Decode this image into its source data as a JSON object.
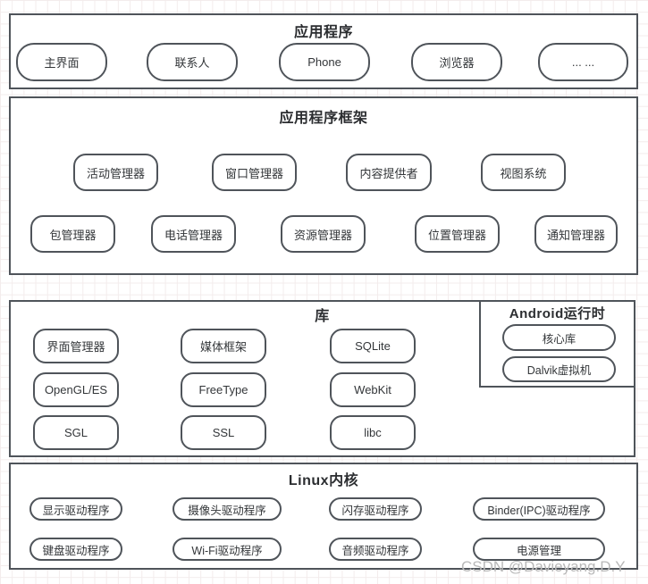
{
  "watermark": "CSDN @Davieyang.D.Y",
  "colors": {
    "border": "#4f545a",
    "label_text": "#333639",
    "title_text": "#2b2d30",
    "grid": "#f3ecec",
    "watermark": "#b9b9b9"
  },
  "sections": {
    "apps": {
      "title": "应用程序",
      "items": [
        "主界面",
        "联系人",
        "Phone",
        "浏览器",
        "... ..."
      ]
    },
    "framework": {
      "title": "应用程序框架",
      "row1": [
        "活动管理器",
        "窗口管理器",
        "内容提供者",
        "视图系统"
      ],
      "row2": [
        "包管理器",
        "电话管理器",
        "资源管理器",
        "位置管理器",
        "通知管理器"
      ]
    },
    "libraries": {
      "title": "库",
      "rows": [
        [
          "界面管理器",
          "媒体框架",
          "SQLite"
        ],
        [
          "OpenGL/ES",
          "FreeType",
          "WebKit"
        ],
        [
          "SGL",
          "SSL",
          "libc"
        ]
      ]
    },
    "runtime": {
      "title": "Android运行时",
      "items": [
        "核心库",
        "Dalvik虚拟机"
      ]
    },
    "kernel": {
      "title": "Linux内核",
      "row1": [
        "显示驱动程序",
        "摄像头驱动程序",
        "闪存驱动程序",
        "Binder(IPC)驱动程序"
      ],
      "row2": [
        "键盘驱动程序",
        "Wi-Fi驱动程序",
        "音频驱动程序",
        "电源管理"
      ]
    }
  }
}
